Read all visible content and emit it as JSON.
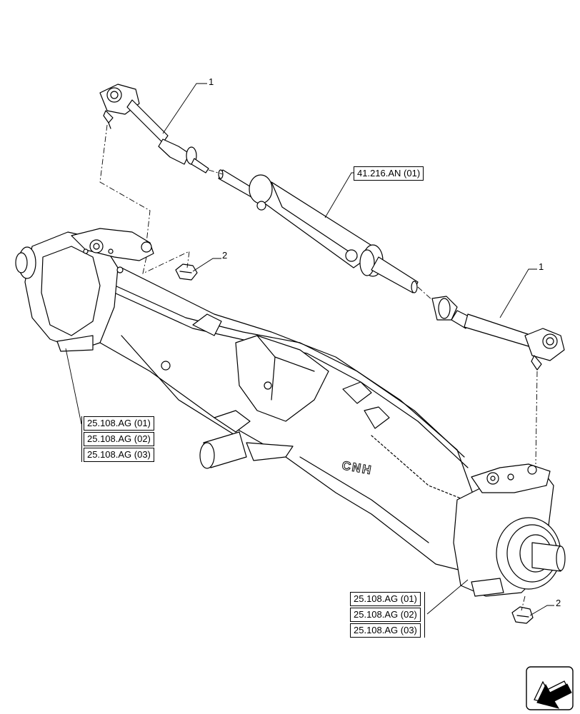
{
  "callouts": {
    "tie_rod_upper": "1",
    "tie_rod_lower": "1",
    "nut_upper": "2",
    "nut_lower": "2"
  },
  "references": {
    "steering_cylinder": "41.216.AN (01)",
    "left_group": [
      "25.108.AG (01)",
      "25.108.AG (02)",
      "25.108.AG (03)"
    ],
    "right_group": [
      "25.108.AG (01)",
      "25.108.AG (02)",
      "25.108.AG (03)"
    ]
  },
  "axle_logo": "CNH",
  "icons": {
    "navigation": "arrow-nav-icon"
  },
  "colors": {
    "line": "#000000",
    "background": "#ffffff"
  }
}
